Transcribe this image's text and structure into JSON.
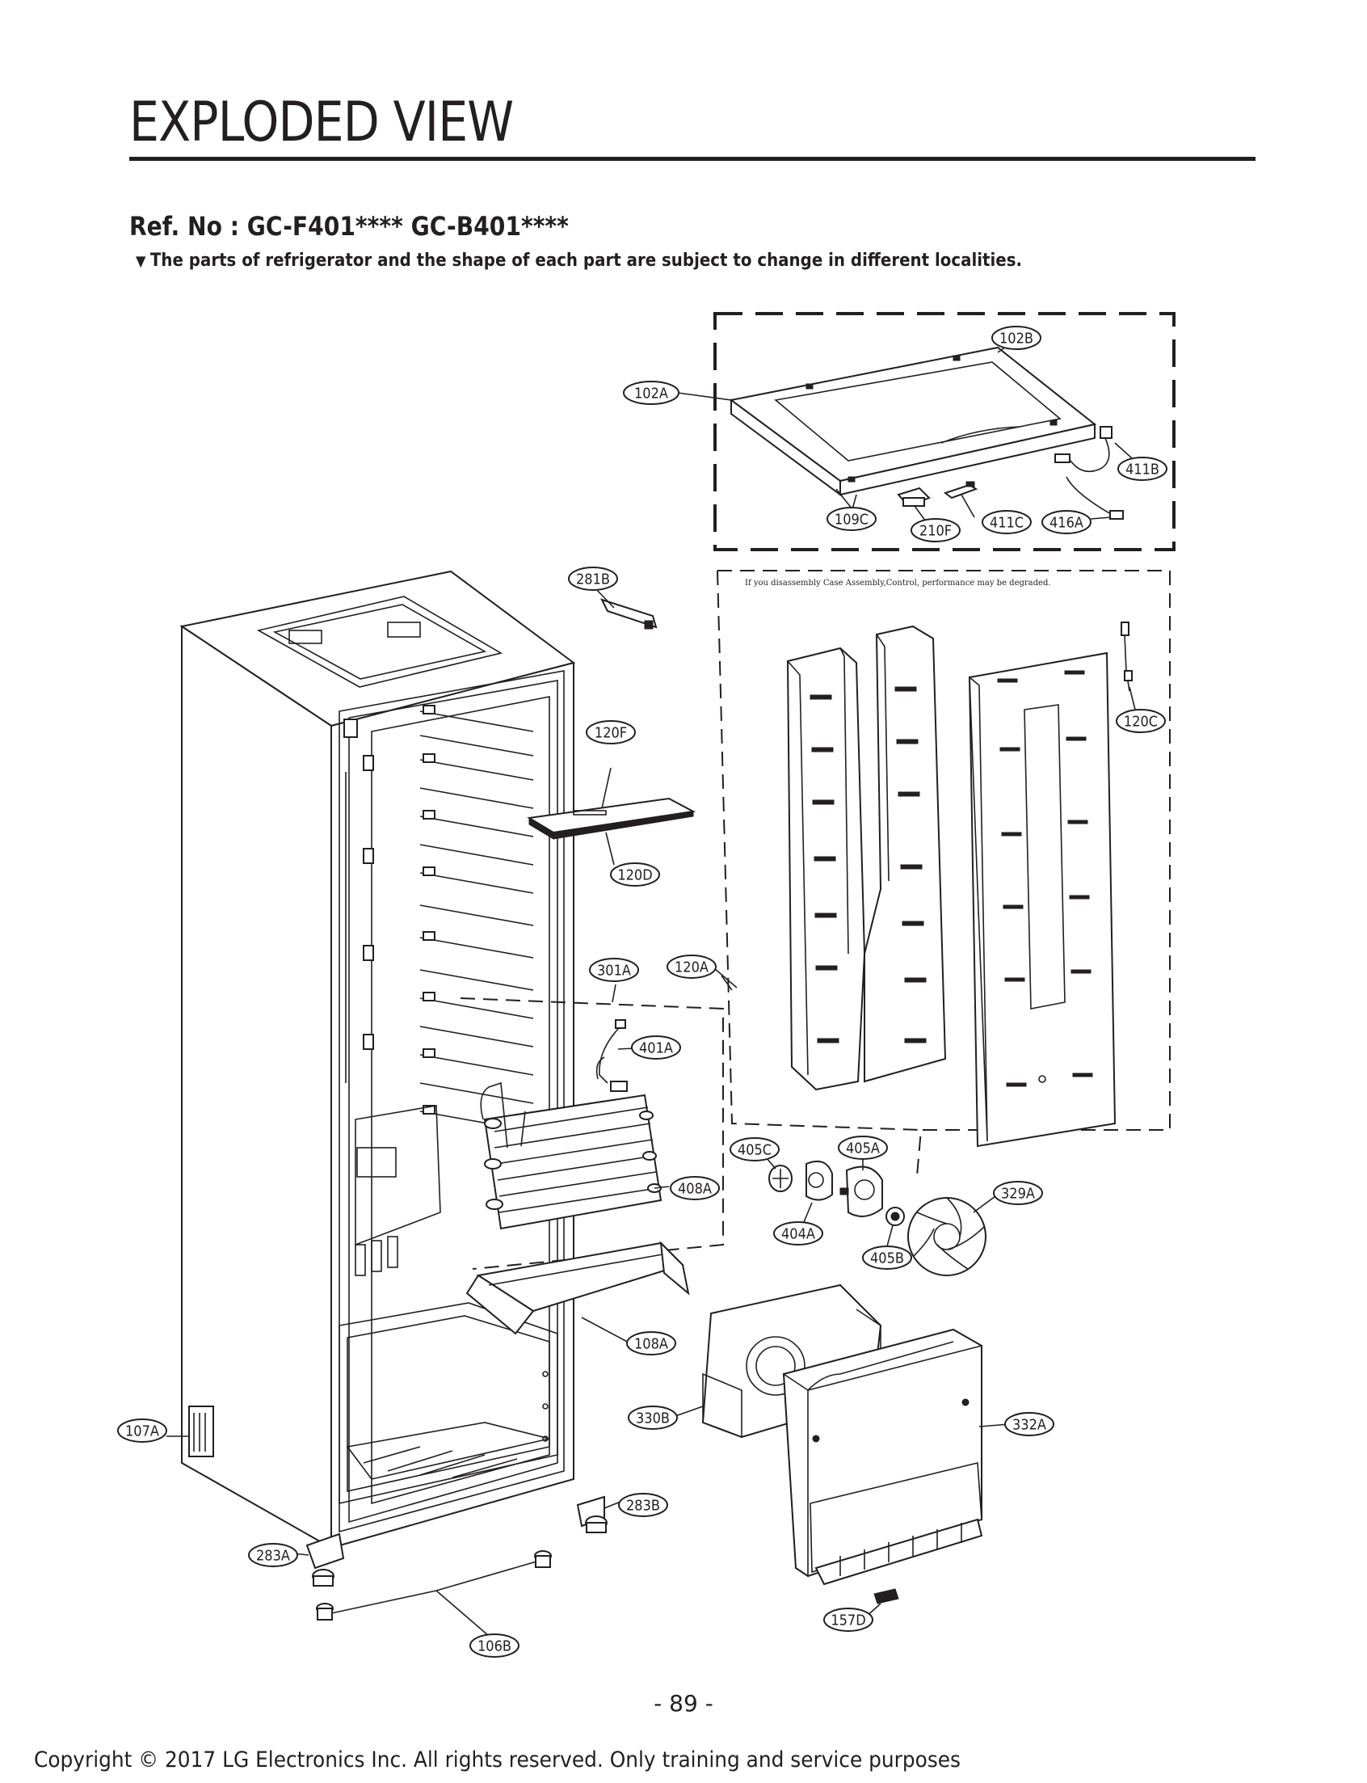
{
  "header": {
    "title": "EXPLODED VIEW",
    "ref": "Ref. No : GC-F401**** GC-B401****",
    "note_marker": "▼",
    "note": "The parts of refrigerator and the shape of each part are subject to change in different localities."
  },
  "diagram": {
    "disclaimer": "If you disassembly Case Assembly,Control, performance may be degraded.",
    "labels": {
      "102A": "102A",
      "102B": "102B",
      "411B": "411B",
      "109C": "109C",
      "210F": "210F",
      "411C": "411C",
      "416A": "416A",
      "281B": "281B",
      "120C": "120C",
      "120F": "120F",
      "120D": "120D",
      "301A": "301A",
      "120A": "120A",
      "401A": "401A",
      "405C": "405C",
      "405A": "405A",
      "329A": "329A",
      "408A": "408A",
      "404A": "404A",
      "405B": "405B",
      "108A": "108A",
      "330B": "330B",
      "332A": "332A",
      "107A": "107A",
      "283B": "283B",
      "283A": "283A",
      "157D": "157D",
      "106B": "106B"
    }
  },
  "footer": {
    "page_number": "- 89 -",
    "copyright": "Copyright © 2017 LG Electronics Inc. All rights reserved. Only training and service purposes"
  }
}
